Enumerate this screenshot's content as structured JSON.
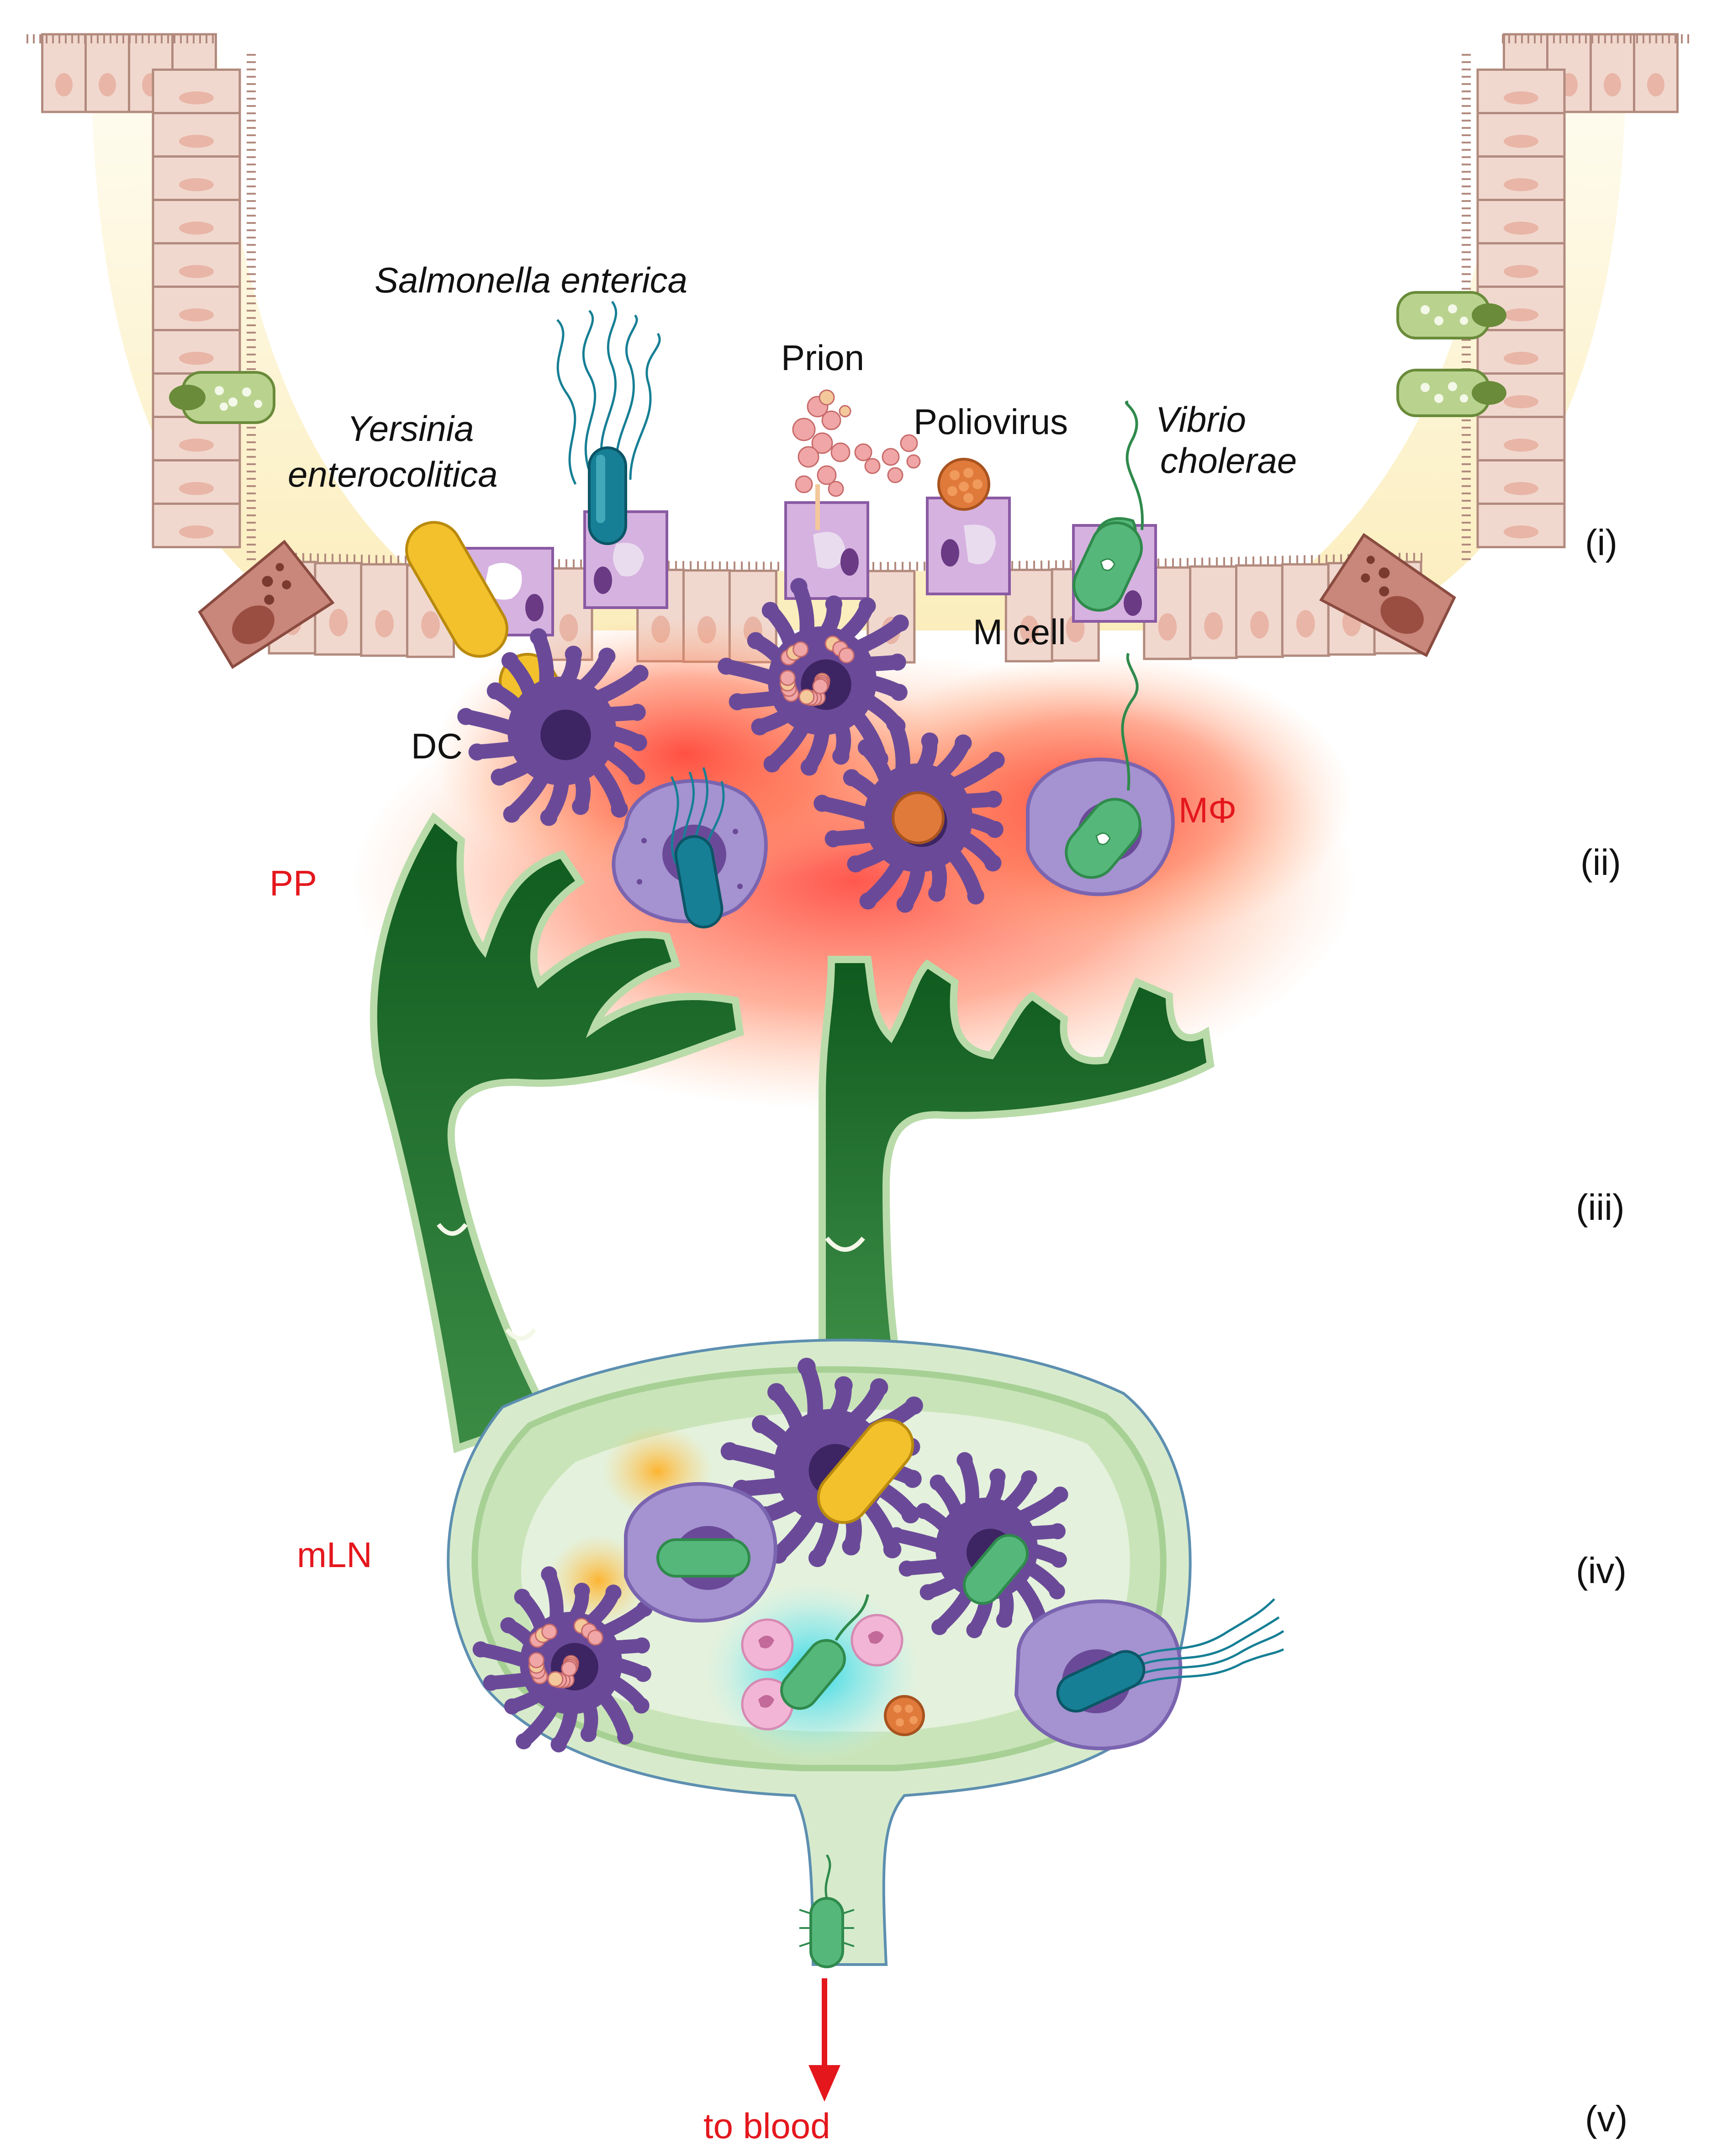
{
  "labels": {
    "salmonella": "Salmonella enterica",
    "yersinia_line1": "Yersinia",
    "yersinia_line2": "enterocolitica",
    "prion": "Prion",
    "poliovirus": "Poliovirus",
    "vibrio_line1": "Vibrio",
    "vibrio_line2": "cholerae",
    "m_cell": "M cell",
    "dc": "DC",
    "macrophage": "MΦ",
    "pp": "PP",
    "mln": "mLN",
    "to_blood": "to blood"
  },
  "stages": [
    "(i)",
    "(ii)",
    "(iii)",
    "(iv)",
    "(v)"
  ],
  "colors": {
    "lumen": "#fbf1c9",
    "epithelium": "#f1d8cf",
    "m_cell": "#c9a0d6",
    "lymphatic": "#1f6b2c",
    "lymph_node": "#cfe6c3",
    "dendritic_cell": "#6a4a98",
    "macrophage": "#a592d0",
    "yersinia": "#f2c12c",
    "salmonella": "#167f95",
    "vibrio": "#55b87a",
    "poliovirus": "#e07a3b",
    "prion": "#f0a6a6",
    "neutrophil": "#f3b5d6",
    "red_text": "#e4171d"
  }
}
